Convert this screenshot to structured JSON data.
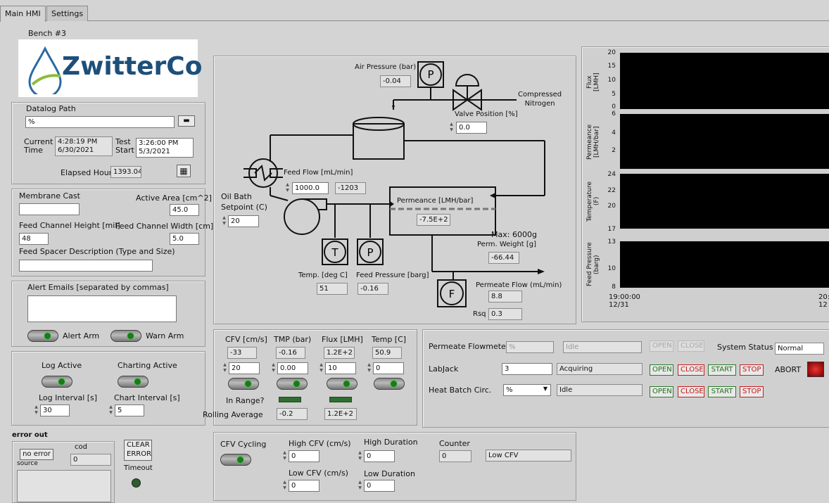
{
  "tabs": [
    "Main HMI",
    "Settings"
  ],
  "bench": "Bench #3",
  "logo": {
    "text": "ZwitterCo"
  },
  "datalog": {
    "title": "Datalog Path",
    "path": "%",
    "current_label": "Current\nTime",
    "current_time": "4:28:19 PM",
    "current_date": "6/30/2021",
    "test_label": "Test\nStart",
    "test_time": "3:26:00 PM",
    "test_date": "5/3/2021",
    "elapsed_label": "Elapsed Hours",
    "elapsed": "1393.04"
  },
  "membrane": {
    "cast_label": "Membrane Cast",
    "cast_value": "",
    "area_label": "Active Area [cm^2]",
    "area": "45.0",
    "height_label": "Feed Channel Height [mil]",
    "height": "48",
    "width_label": "Feed Channel Width [cm]",
    "width": "5.0",
    "spacer_label": "Feed Spacer Description (Type and Size)",
    "spacer": ""
  },
  "alerts": {
    "label": "Alert Emails [separated by commas]",
    "value": "",
    "arm": "Alert Arm",
    "warn": "Warn Arm"
  },
  "logging": {
    "log_active": "Log Active",
    "chart_active": "Charting Active",
    "log_interval_label": "Log Interval [s]",
    "log_interval": "30",
    "chart_interval_label": "Chart Interval [s]",
    "chart_interval": "5"
  },
  "error": {
    "title": "error out",
    "status": "no error",
    "code_label": "cod",
    "code": "0",
    "source_label": "source",
    "clear": "CLEAR\nERROR",
    "timeout": "Timeout"
  },
  "pid": {
    "air_label": "Air Pressure (bar)",
    "air": "-0.04",
    "compressed": "Compressed\nNitrogen",
    "valve_label": "Valve Position [%]",
    "valve": "0.0",
    "feed_flow_label": "Feed Flow [mL/min]",
    "feed_flow_set": "1000.0",
    "feed_flow": "-1203",
    "oil_label": "Oil Bath\nSetpoint (C)",
    "oil": "20",
    "perm_label": "Permeance [LMH/bar]",
    "perm": "-7.5E+2",
    "max_label": "Max: 6000g",
    "weight_label": "Perm. Weight [g]",
    "weight": "-66.44",
    "temp_label": "Temp. [deg C]",
    "temp": "51",
    "fp_label": "Feed Pressure [barg]",
    "fp": "-0.16",
    "pf_label": "Permeate Flow (mL/min)",
    "pf": "8.8",
    "rsq_label": "Rsq",
    "rsq": "0.3",
    "sym_p": "P",
    "sym_t": "T",
    "sym_f": "F"
  },
  "charts": [
    {
      "ylabel": "Flux\n[LMH]",
      "ticks": [
        "20",
        "15",
        "10",
        "5",
        "0"
      ]
    },
    {
      "ylabel": "Permeance\n[LMH/bar]",
      "ticks": [
        "6",
        "4",
        "2"
      ]
    },
    {
      "ylabel": "Temperature\n(F)",
      "ticks": [
        "24",
        "22",
        "20",
        "17"
      ]
    },
    {
      "ylabel": "Feed Pressure\n(barg)",
      "ticks": [
        "13",
        "10",
        "8"
      ]
    }
  ],
  "chart_time": {
    "start": "19:00:00\n12/31",
    "end": "20:\n12"
  },
  "cfv": {
    "headers": [
      "CFV [cm/s]",
      "TMP (bar)",
      "Flux [LMH]",
      "Temp [C]"
    ],
    "values": [
      "-33",
      "-0.16",
      "1.2E+2",
      "50.9"
    ],
    "setpoints": [
      "20",
      "0.00",
      "10",
      "0"
    ],
    "in_range": "In Range?",
    "rolling": "Rolling Average",
    "rolling_vals": [
      "-0.2",
      "1.2E+2"
    ]
  },
  "devices": {
    "rows": [
      {
        "label": "Permeate Flowmeter",
        "sel": "%",
        "value": "",
        "status": "Idle"
      },
      {
        "label": "LabJack",
        "sel": "",
        "value": "3",
        "status": "Acquiring"
      },
      {
        "label": "Heat Batch Circ.",
        "sel": "%",
        "value": "",
        "status": "Idle"
      }
    ],
    "open": "OPEN",
    "close": "CLOSE",
    "start": "START",
    "stop": "STOP",
    "sys_label": "System Status",
    "sys": "Normal",
    "abort": "ABORT"
  },
  "cycling": {
    "label": "CFV Cycling",
    "high_cfv_label": "High CFV (cm/s)",
    "high_cfv": "0",
    "high_dur_label": "High Duration",
    "high_dur": "0",
    "low_cfv_label": "Low CFV (cm/s)",
    "low_cfv": "0",
    "low_dur_label": "Low Duration",
    "low_dur": "0",
    "counter_label": "Counter",
    "counter": "0",
    "mode": "Low CFV"
  }
}
